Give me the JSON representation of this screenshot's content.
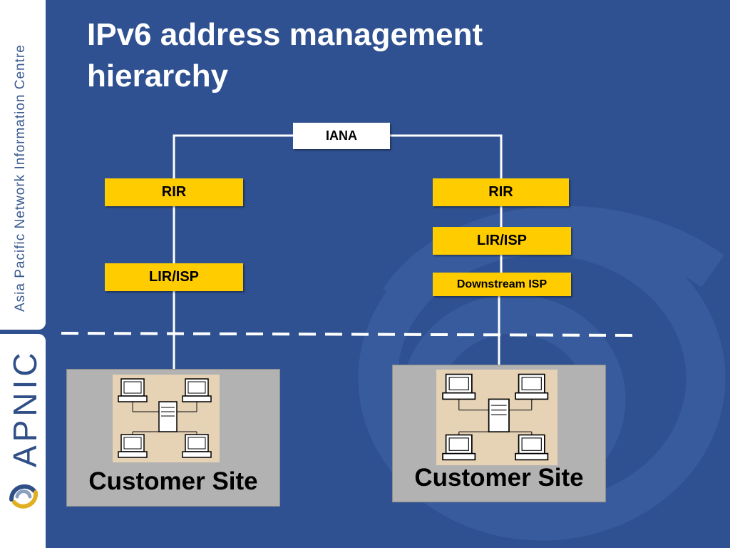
{
  "title": "IPv6 address management hierarchy",
  "sidebar": {
    "org_name": "Asia Pacific Network Information Centre",
    "logo_text": "APNIC"
  },
  "diagram": {
    "root": "IANA",
    "left_branch": {
      "rir": "RIR",
      "lir": "LIR/ISP",
      "site": "Customer Site"
    },
    "right_branch": {
      "rir": "RIR",
      "lir": "LIR/ISP",
      "downstream": "Downstream ISP",
      "site": "Customer Site"
    }
  },
  "colors": {
    "background": "#2f5191",
    "node_fill": "#ffcc00",
    "root_fill": "#ffffff",
    "customer_fill": "#b2b2b2",
    "network_fill": "#e6d2b4"
  },
  "icons": [
    "desktop-computer-icon",
    "server-icon",
    "apnic-logo-icon"
  ]
}
